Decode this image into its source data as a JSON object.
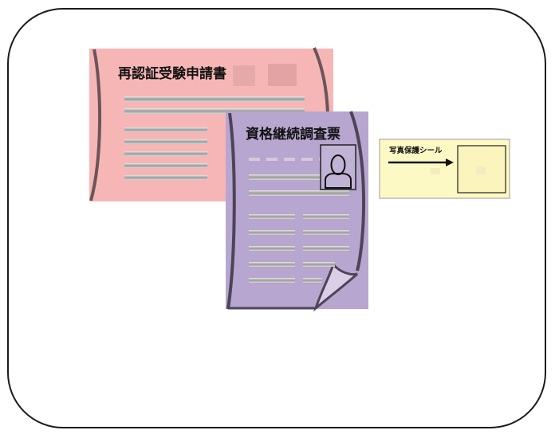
{
  "documents": {
    "application": {
      "title": "再認証受験申請書",
      "color": "#f7b6b6"
    },
    "investigation": {
      "title": "資格継続調査票",
      "color": "#b7a6cf"
    }
  },
  "seal": {
    "label": "写真保護シール",
    "color": "#fdf9c4"
  },
  "icons": [
    "person-photo-icon",
    "arrow-right-icon"
  ]
}
